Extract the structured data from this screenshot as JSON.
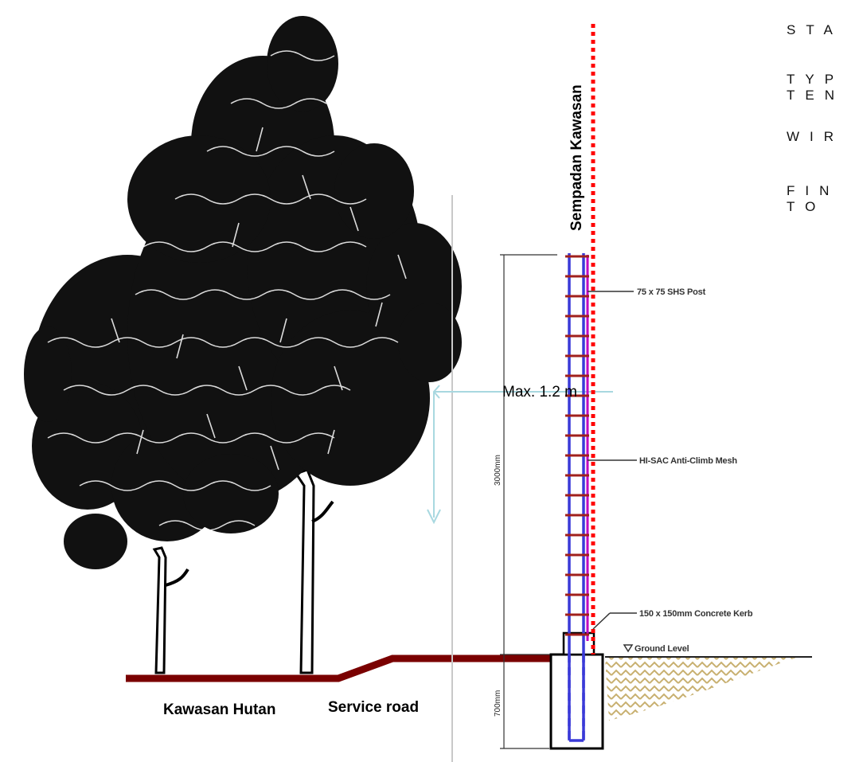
{
  "labels": {
    "boundary": "Sempadan Kawasan",
    "max_height": "Max. 1.2 m",
    "forest_area": "Kawasan Hutan",
    "service_road": "Service road"
  },
  "callouts": {
    "post": "75 x 75 SHS Post",
    "mesh": "HI-SAC Anti-Climb Mesh",
    "kerb": "150 x 150mm Concrete Kerb",
    "ground": "Ground Level"
  },
  "dimensions": {
    "fence_height": "3000mm",
    "footing_depth": "700mm"
  },
  "spec_block": {
    "line1": "STA",
    "line2": "TYP",
    "line3": "TEN",
    "line4": "WIR",
    "line5": "FIN",
    "line6": "TO"
  },
  "colors": {
    "boundary_line": "#ff0000",
    "ground_line": "#7a0000",
    "post": "#3a3ad8",
    "mesh": "#c000c0",
    "rails": "#a0201c",
    "arrow": "#a8d8e0",
    "soil": "#c8b070"
  }
}
